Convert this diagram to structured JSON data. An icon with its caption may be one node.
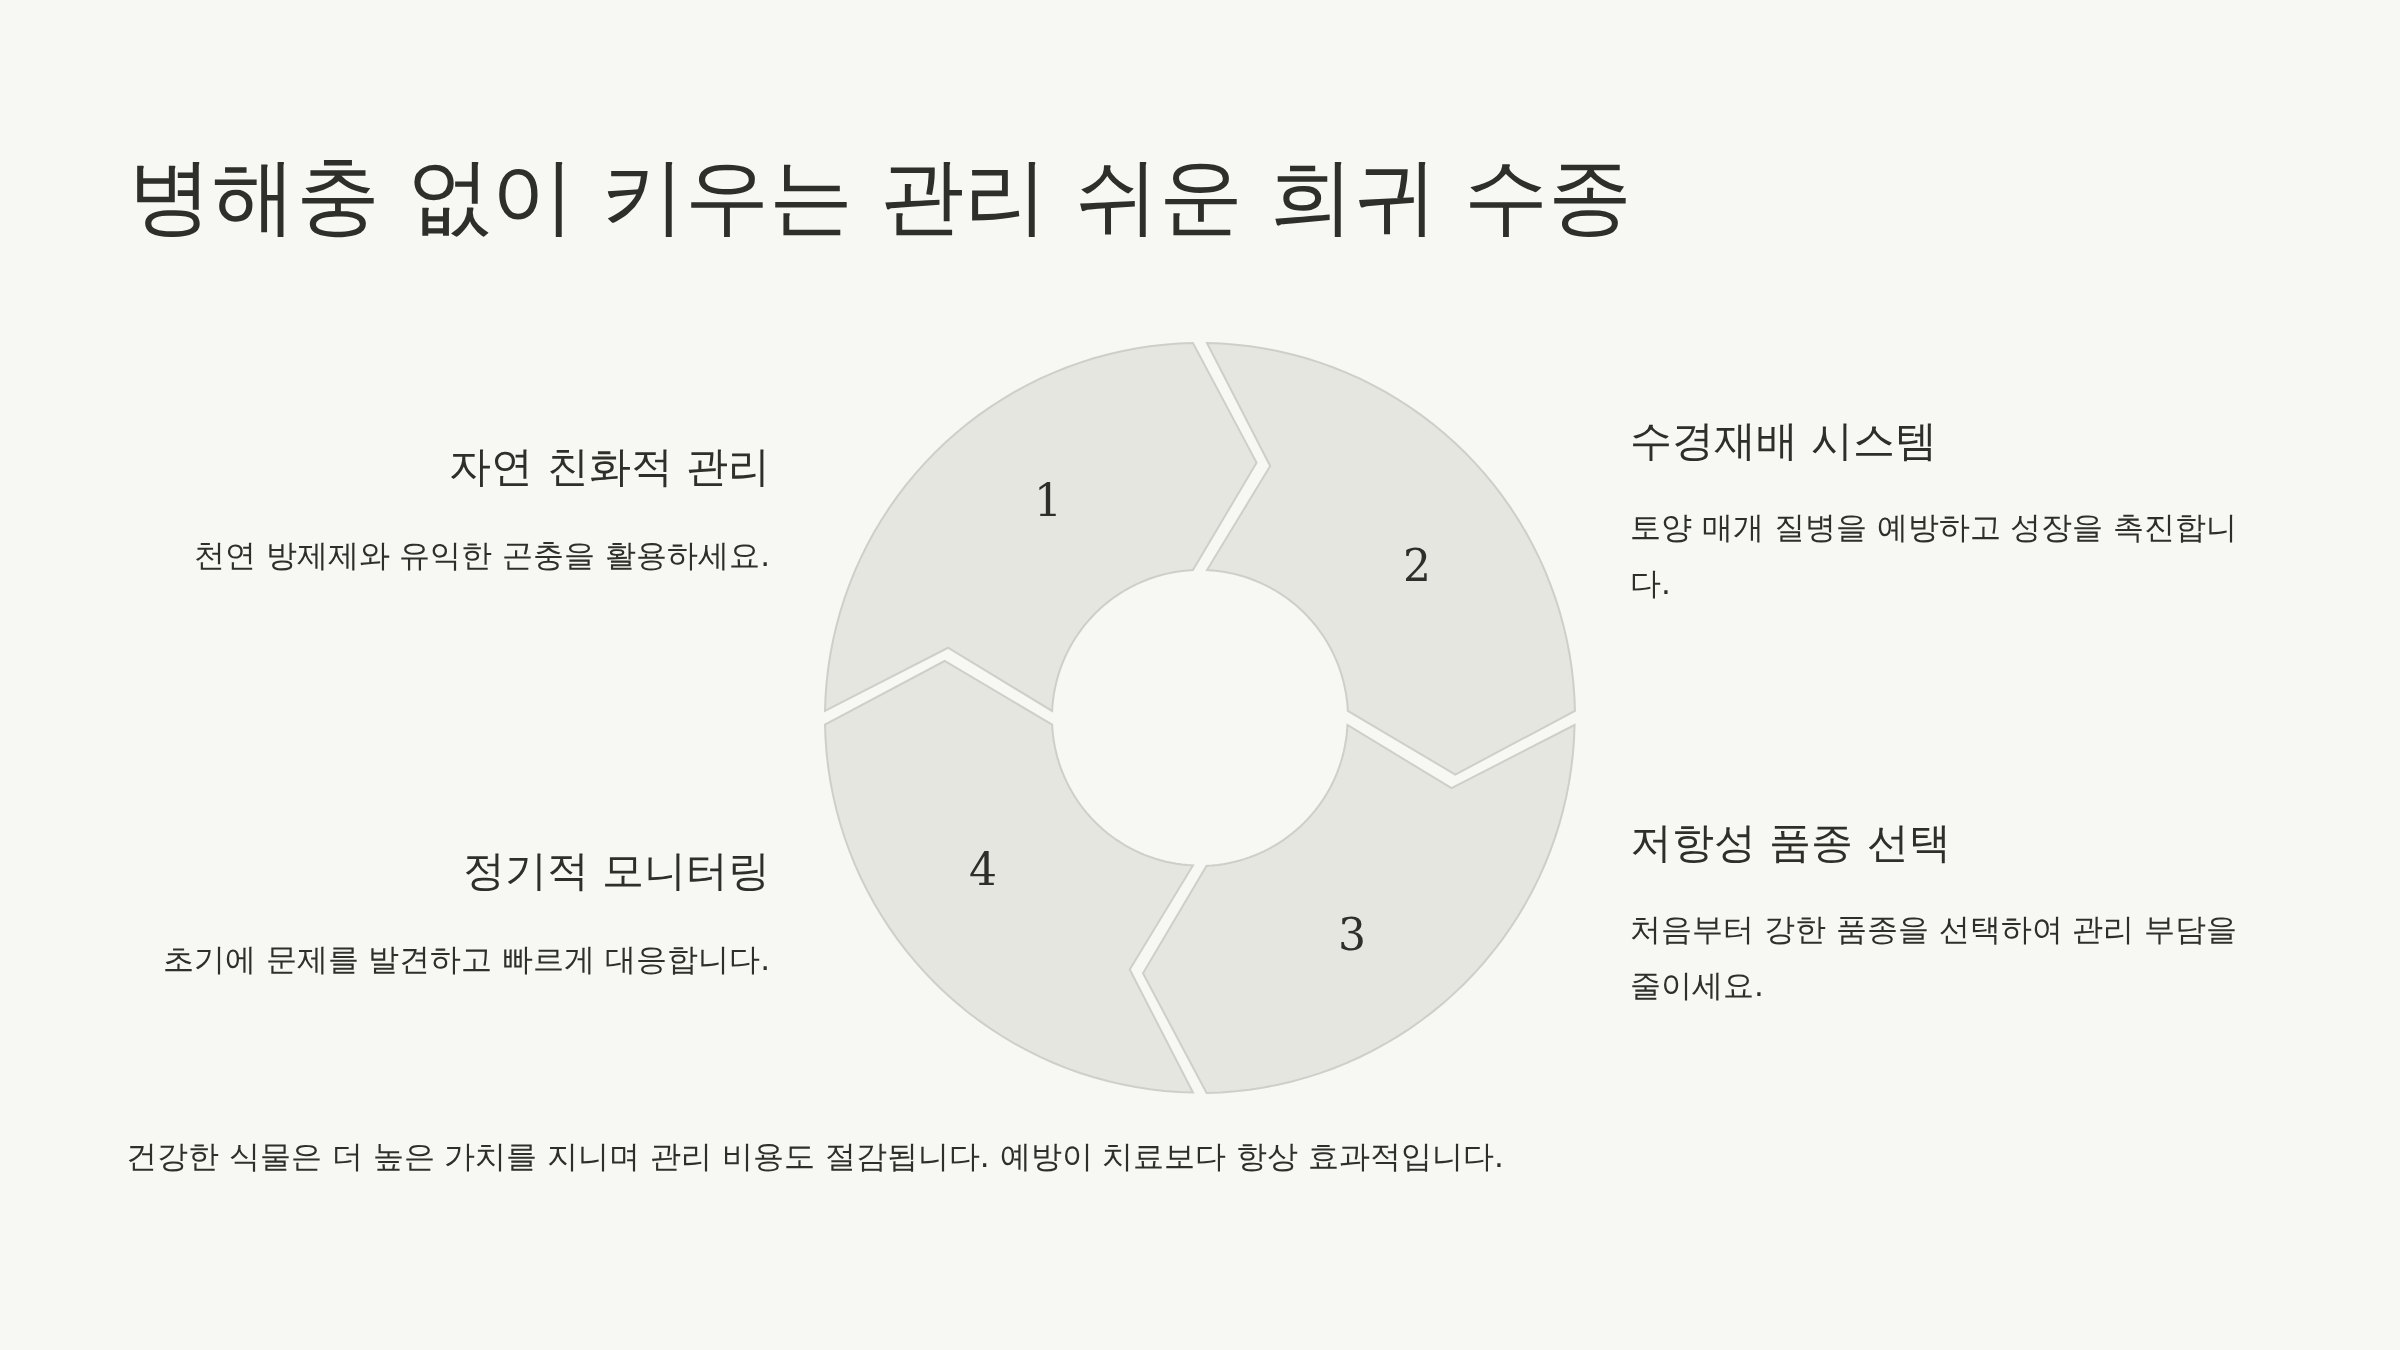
{
  "diagram": {
    "title": "병해충 없이 키우는 관리 쉬운 희귀 수종",
    "nodes": [
      {
        "text": [
          "1"
        ],
        "beside": [
          "자연 친화적 관리",
          "천연 방제제와 유익한 곤충을 활용하세요."
        ]
      },
      {
        "text": [
          "2"
        ],
        "beside": [
          "수경재배 시스템",
          "토양 매개 질병을 예방하고 성장을 촉진합니다."
        ]
      },
      {
        "text": [
          "3"
        ],
        "beside": [
          "저항성 품종 선택",
          "처음부터 강한 품종을 선택하여 관리 부담을 줄이세요."
        ]
      },
      {
        "text": [
          "4"
        ],
        "beside": [
          "정기적 모니터링",
          "초기에 문제를 발견하고 빠르게 대응합니다."
        ]
      }
    ],
    "caption": "건강한 식물은 더 높은 가치를 지니며 관리 비용도 절감됩니다. 예방이 치료보다 항상 효과적입니다."
  }
}
